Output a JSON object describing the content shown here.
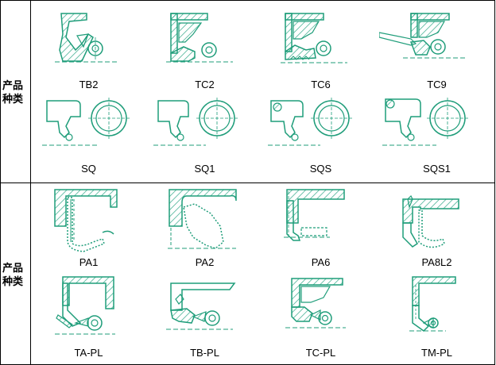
{
  "sections": [
    {
      "label_line1": "产品",
      "label_line2": "种类",
      "rows": [
        [
          "TB2",
          "TC2",
          "TC6",
          "TC9"
        ],
        [
          "SQ",
          "SQ1",
          "SQS",
          "SQS1"
        ]
      ]
    },
    {
      "label_line1": "产品",
      "label_line2": "种类",
      "rows": [
        [
          "PA1",
          "PA2",
          "PA6",
          "PA8L2"
        ],
        [
          "TA-PL",
          "TB-PL",
          "TC-PL",
          "TM-PL"
        ]
      ]
    }
  ],
  "colors": {
    "drawing": "#1f9d7a",
    "hatch": "#2aa583",
    "border": "#000000"
  }
}
